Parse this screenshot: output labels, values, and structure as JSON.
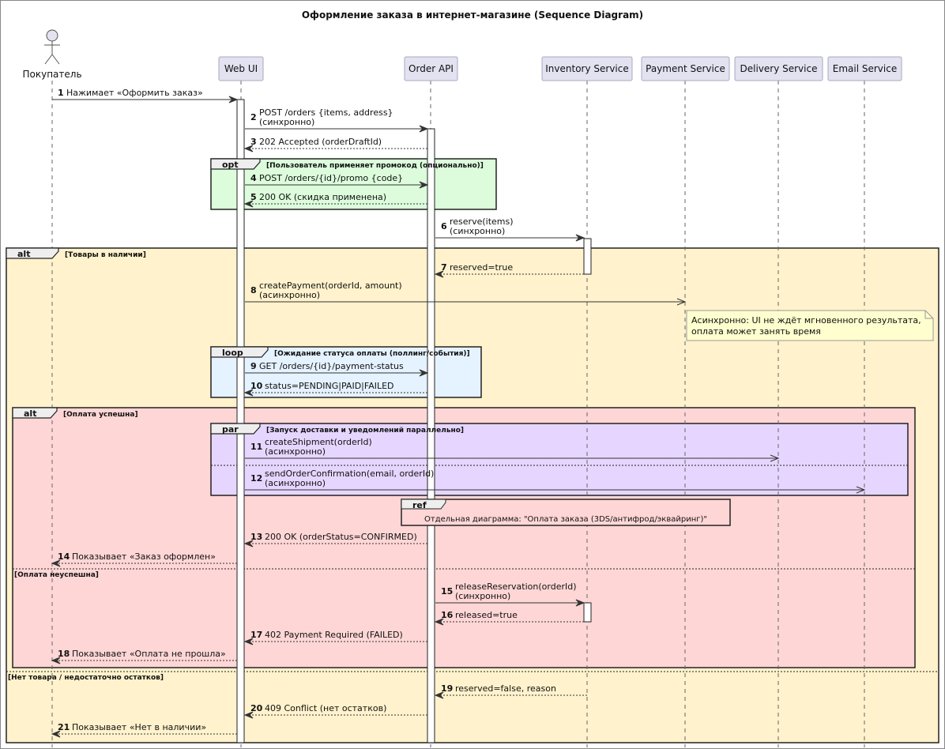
{
  "title": "Оформление заказа в интернет-магазине (Sequence Diagram)",
  "participants": [
    {
      "id": "customer",
      "label": "Покупатель",
      "type": "actor"
    },
    {
      "id": "webui",
      "label": "Web UI",
      "type": "participant"
    },
    {
      "id": "orderapi",
      "label": "Order API",
      "type": "participant"
    },
    {
      "id": "inventory",
      "label": "Inventory Service",
      "type": "participant"
    },
    {
      "id": "payment",
      "label": "Payment Service",
      "type": "participant"
    },
    {
      "id": "delivery",
      "label": "Delivery Service",
      "type": "participant"
    },
    {
      "id": "email",
      "label": "Email Service",
      "type": "participant"
    }
  ],
  "messages": [
    {
      "num": "1",
      "from": "customer",
      "to": "webui",
      "lines": [
        "Нажимает «Оформить заказ»"
      ],
      "style": "sync"
    },
    {
      "num": "2",
      "from": "webui",
      "to": "orderapi",
      "lines": [
        "POST /orders {items, address}",
        "(синхронно)"
      ],
      "style": "sync"
    },
    {
      "num": "3",
      "from": "orderapi",
      "to": "webui",
      "lines": [
        "202 Accepted (orderDraftId)"
      ],
      "style": "reply"
    },
    {
      "num": "4",
      "from": "webui",
      "to": "orderapi",
      "lines": [
        "POST /orders/{id}/promo {code}"
      ],
      "style": "sync"
    },
    {
      "num": "5",
      "from": "orderapi",
      "to": "webui",
      "lines": [
        "200 OK (скидка применена)"
      ],
      "style": "reply"
    },
    {
      "num": "6",
      "from": "orderapi",
      "to": "inventory",
      "lines": [
        "reserve(items)",
        "(синхронно)"
      ],
      "style": "sync"
    },
    {
      "num": "7",
      "from": "inventory",
      "to": "orderapi",
      "lines": [
        "reserved=true"
      ],
      "style": "reply"
    },
    {
      "num": "8",
      "from": "webui",
      "to": "payment",
      "lines": [
        "createPayment(orderId, amount)",
        "(асинхронно)"
      ],
      "style": "async"
    },
    {
      "num": "9",
      "from": "webui",
      "to": "orderapi",
      "lines": [
        "GET /orders/{id}/payment-status"
      ],
      "style": "sync"
    },
    {
      "num": "10",
      "from": "orderapi",
      "to": "webui",
      "lines": [
        "status=PENDING|PAID|FAILED"
      ],
      "style": "reply"
    },
    {
      "num": "11",
      "from": "webui",
      "to": "delivery",
      "lines": [
        "createShipment(orderId)",
        "(асинхронно)"
      ],
      "style": "async"
    },
    {
      "num": "12",
      "from": "webui",
      "to": "email",
      "lines": [
        "sendOrderConfirmation(email, orderId)",
        "(асинхронно)"
      ],
      "style": "async"
    },
    {
      "num": "13",
      "from": "orderapi",
      "to": "webui",
      "lines": [
        "200 OK (orderStatus=CONFIRMED)"
      ],
      "style": "reply"
    },
    {
      "num": "14",
      "from": "webui",
      "to": "customer",
      "lines": [
        "Показывает «Заказ оформлен»"
      ],
      "style": "reply"
    },
    {
      "num": "15",
      "from": "orderapi",
      "to": "inventory",
      "lines": [
        "releaseReservation(orderId)",
        "(синхронно)"
      ],
      "style": "sync"
    },
    {
      "num": "16",
      "from": "inventory",
      "to": "orderapi",
      "lines": [
        "released=true"
      ],
      "style": "reply"
    },
    {
      "num": "17",
      "from": "orderapi",
      "to": "webui",
      "lines": [
        "402 Payment Required (FAILED)"
      ],
      "style": "reply"
    },
    {
      "num": "18",
      "from": "webui",
      "to": "customer",
      "lines": [
        "Показывает «Оплата не прошла»"
      ],
      "style": "reply"
    },
    {
      "num": "19",
      "from": "inventory",
      "to": "orderapi",
      "lines": [
        "reserved=false, reason"
      ],
      "style": "reply"
    },
    {
      "num": "20",
      "from": "orderapi",
      "to": "webui",
      "lines": [
        "409 Conflict (нет остатков)"
      ],
      "style": "reply"
    },
    {
      "num": "21",
      "from": "webui",
      "to": "customer",
      "lines": [
        "Показывает «Нет в наличии»"
      ],
      "style": "reply"
    }
  ],
  "fragments": [
    {
      "id": "alt-stock",
      "keyword": "alt",
      "condition": "[Товары в наличии]",
      "else": [
        "[Нет товара / недостаточно остатков]"
      ],
      "color": "#FFF2CC"
    },
    {
      "id": "alt-payment",
      "keyword": "alt",
      "condition": "[Оплата успешна]",
      "else": [
        "[Оплата неуспешна]"
      ],
      "color": "#FFD6D6"
    },
    {
      "id": "opt-promo",
      "keyword": "opt",
      "condition": "[Пользователь применяет промокод (опционально)]",
      "else": [],
      "color": "#DCFCDC"
    },
    {
      "id": "loop-status",
      "keyword": "loop",
      "condition": "[Ожидание статуса оплаты (поллинг/события)]",
      "else": [],
      "color": "#E5F2FF"
    },
    {
      "id": "par-notify",
      "keyword": "par",
      "condition": "[Запуск доставки и уведомлений параллельно]",
      "else": [],
      "color": "#E6D6FF"
    }
  ],
  "ref": {
    "keyword": "ref",
    "text": "Отдельная диаграмма: \"Оплата заказа (3DS/антифрод/эквайринг)\""
  },
  "note": {
    "lines": [
      "Асинхронно: UI не ждёт мгновенного результата,",
      "оплата может занять время"
    ],
    "color": "#FEFECE"
  },
  "colors": {
    "participant_fill": "#E2E2F0",
    "participant_stroke": "#A8A8C0",
    "line": "#333333"
  }
}
